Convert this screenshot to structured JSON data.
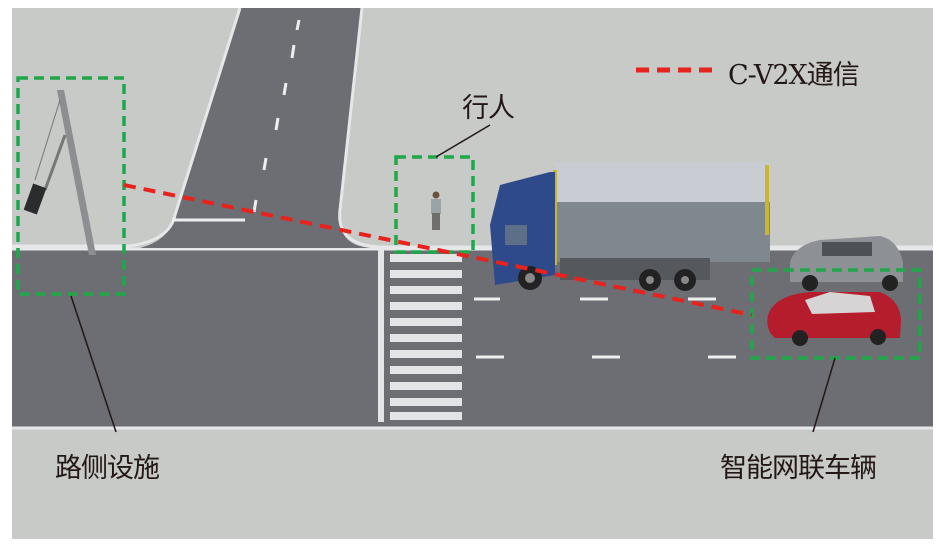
{
  "legend": {
    "label": "C-V2X通信",
    "line_color": "#e8221c"
  },
  "labels": {
    "pedestrian": "行人",
    "roadside_unit": "路侧设施",
    "connected_vehicle": "智能网联车辆"
  },
  "colors": {
    "highlight_box": "#1fa84a",
    "road": "#6c6e73",
    "ground": "#c9ccc9"
  }
}
